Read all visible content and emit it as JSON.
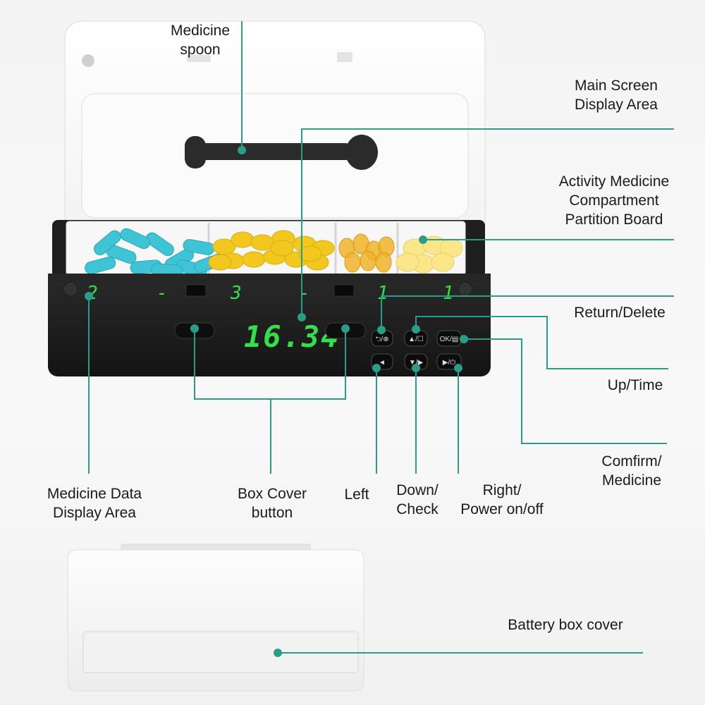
{
  "labels": {
    "medicine_spoon": "Medicine\nspoon",
    "main_screen": "Main Screen\nDisplay Area",
    "partition_board": "Activity Medicine\nCompartment\nPartition Board",
    "return_delete": "Return/Delete",
    "up_time": "Up/Time",
    "confirm_medicine": "Comfirm/\nMedicine",
    "medicine_data": "Medicine Data\nDisplay Area",
    "box_cover": "Box Cover\nbutton",
    "left": "Left",
    "down_check": "Down/\nCheck",
    "right_power": "Right/\nPower on/off",
    "battery_cover": "Battery box cover"
  },
  "display": {
    "clock": "16.34",
    "digits": [
      "2",
      "-",
      "3",
      "-",
      "1",
      "1"
    ]
  },
  "buttons": {
    "return_delete": "⮌/⊗",
    "up_time": "▲/☐",
    "ok": "OK/▤",
    "left": "◄",
    "down_check": "▼/▶",
    "right_power": "▶/⏻"
  },
  "colors": {
    "leader": "#2a9d8a",
    "led": "#33e04a",
    "body": "#1c1c1c",
    "cyan_pill": "#3fc4d6",
    "yellow_pill": "#f2c81e"
  }
}
